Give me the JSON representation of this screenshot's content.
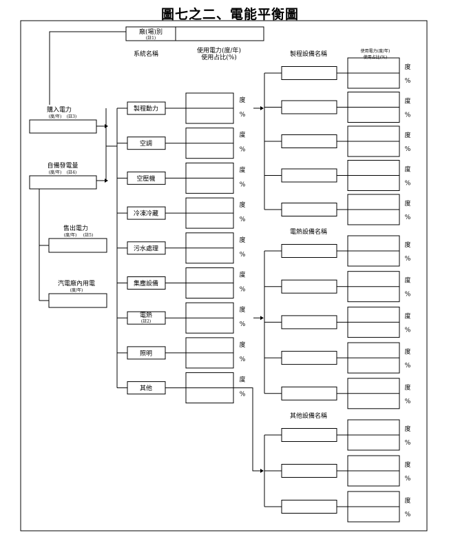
{
  "title": "圖七之二、電能平衡圖",
  "factory": {
    "label": "廠(場)別",
    "note": "(註1)",
    "value": ""
  },
  "headers": {
    "system_name": "系統名稱",
    "usage_1": "使用電力(度/年)",
    "usage_2": "使用占比(%)",
    "process_equip": "製程設備名稱",
    "process_usage_1": "使用電力(度/年)",
    "process_usage_2": "使用占比(%)",
    "electrothermal_equip": "電熱設備名稱",
    "other_equip": "其他設備名稱"
  },
  "sources": [
    {
      "label": "購入電力",
      "sub": "(度/年)",
      "note": "(註3)",
      "value": ""
    },
    {
      "label": "自備發電量",
      "sub": "(度/年)",
      "note": "(註4)",
      "value": ""
    }
  ],
  "outputs": [
    {
      "label": "售出電力",
      "sub": "(度/年)",
      "note": "(註5)",
      "value": ""
    },
    {
      "label": "汽電廠內用電",
      "sub": "(度/年)",
      "note": "",
      "value": ""
    }
  ],
  "systems": [
    {
      "label": "製程動力",
      "note": ""
    },
    {
      "label": "空調",
      "note": ""
    },
    {
      "label": "空壓機",
      "note": ""
    },
    {
      "label": "冷凍冷藏",
      "note": ""
    },
    {
      "label": "污水處理",
      "note": ""
    },
    {
      "label": "集塵設備",
      "note": ""
    },
    {
      "label": "電熱",
      "note": "(註2)"
    },
    {
      "label": "照明",
      "note": ""
    },
    {
      "label": "其他",
      "note": ""
    }
  ],
  "units": {
    "kwh": "度",
    "pct": "%"
  },
  "equipment_groups": [
    {
      "name": "process",
      "from_system": 0,
      "count": 5
    },
    {
      "name": "electrothermal",
      "from_system": 6,
      "count": 5
    },
    {
      "name": "other",
      "from_system": 8,
      "count": 3
    }
  ]
}
